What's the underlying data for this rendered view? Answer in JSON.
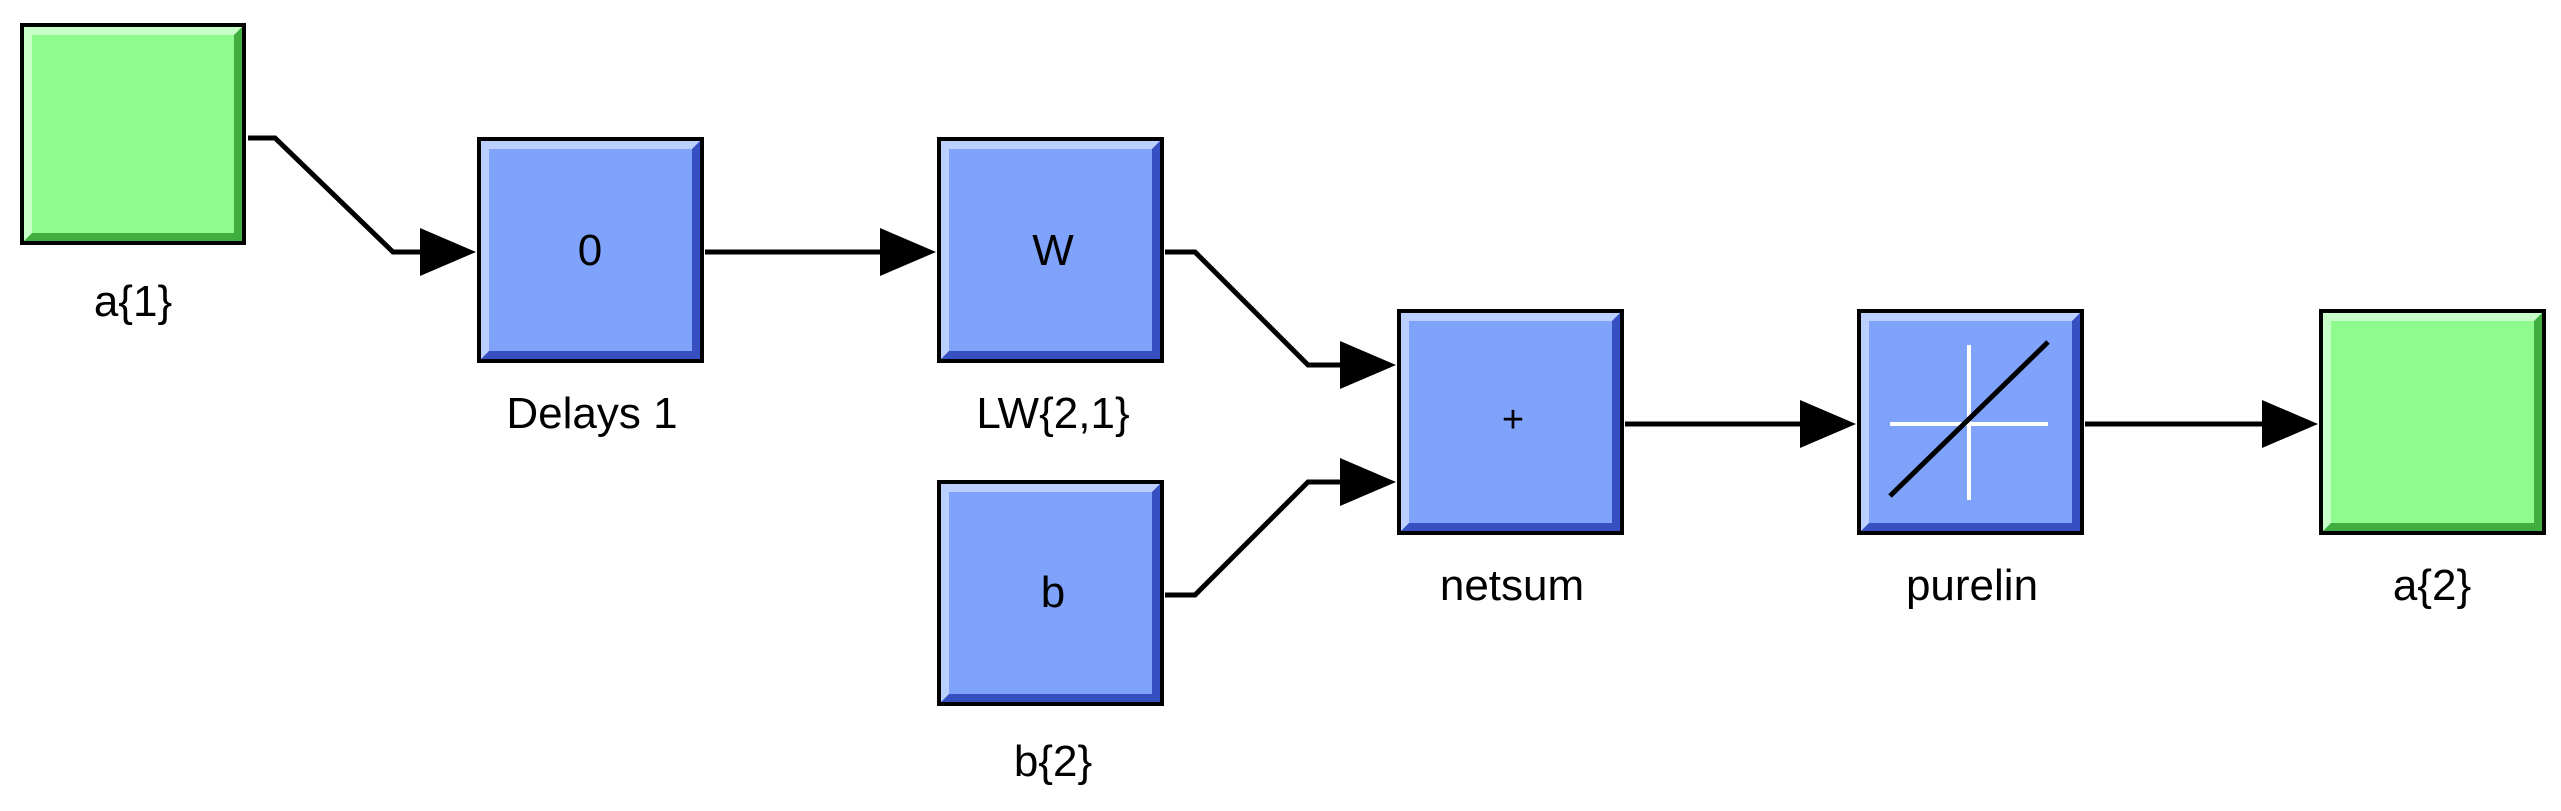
{
  "diagram": {
    "blocks": [
      {
        "id": "input",
        "label": "a{1}",
        "inner": "",
        "kind": "io"
      },
      {
        "id": "delays",
        "label": "Delays 1",
        "inner": "0",
        "kind": "function"
      },
      {
        "id": "lw",
        "label": "LW{2,1}",
        "inner": "W",
        "kind": "function"
      },
      {
        "id": "bias",
        "label": "b{2}",
        "inner": "b",
        "kind": "function"
      },
      {
        "id": "netsum",
        "label": "netsum",
        "inner": "+",
        "kind": "function"
      },
      {
        "id": "purelin",
        "label": "purelin",
        "inner": "",
        "icon": "linear-transfer-icon",
        "kind": "function"
      },
      {
        "id": "output",
        "label": "a{2}",
        "inner": "",
        "kind": "io"
      }
    ],
    "connections": [
      {
        "from": "input",
        "to": "delays"
      },
      {
        "from": "delays",
        "to": "lw"
      },
      {
        "from": "lw",
        "to": "netsum"
      },
      {
        "from": "bias",
        "to": "netsum"
      },
      {
        "from": "netsum",
        "to": "purelin"
      },
      {
        "from": "purelin",
        "to": "output"
      }
    ],
    "colors": {
      "io_fill": "#8FFB8F",
      "io_light": "#C8FFC8",
      "io_dark": "#3FAE3F",
      "fn_fill": "#7FA2FB",
      "fn_light": "#BCD0FF",
      "fn_dark": "#3650C2"
    }
  }
}
